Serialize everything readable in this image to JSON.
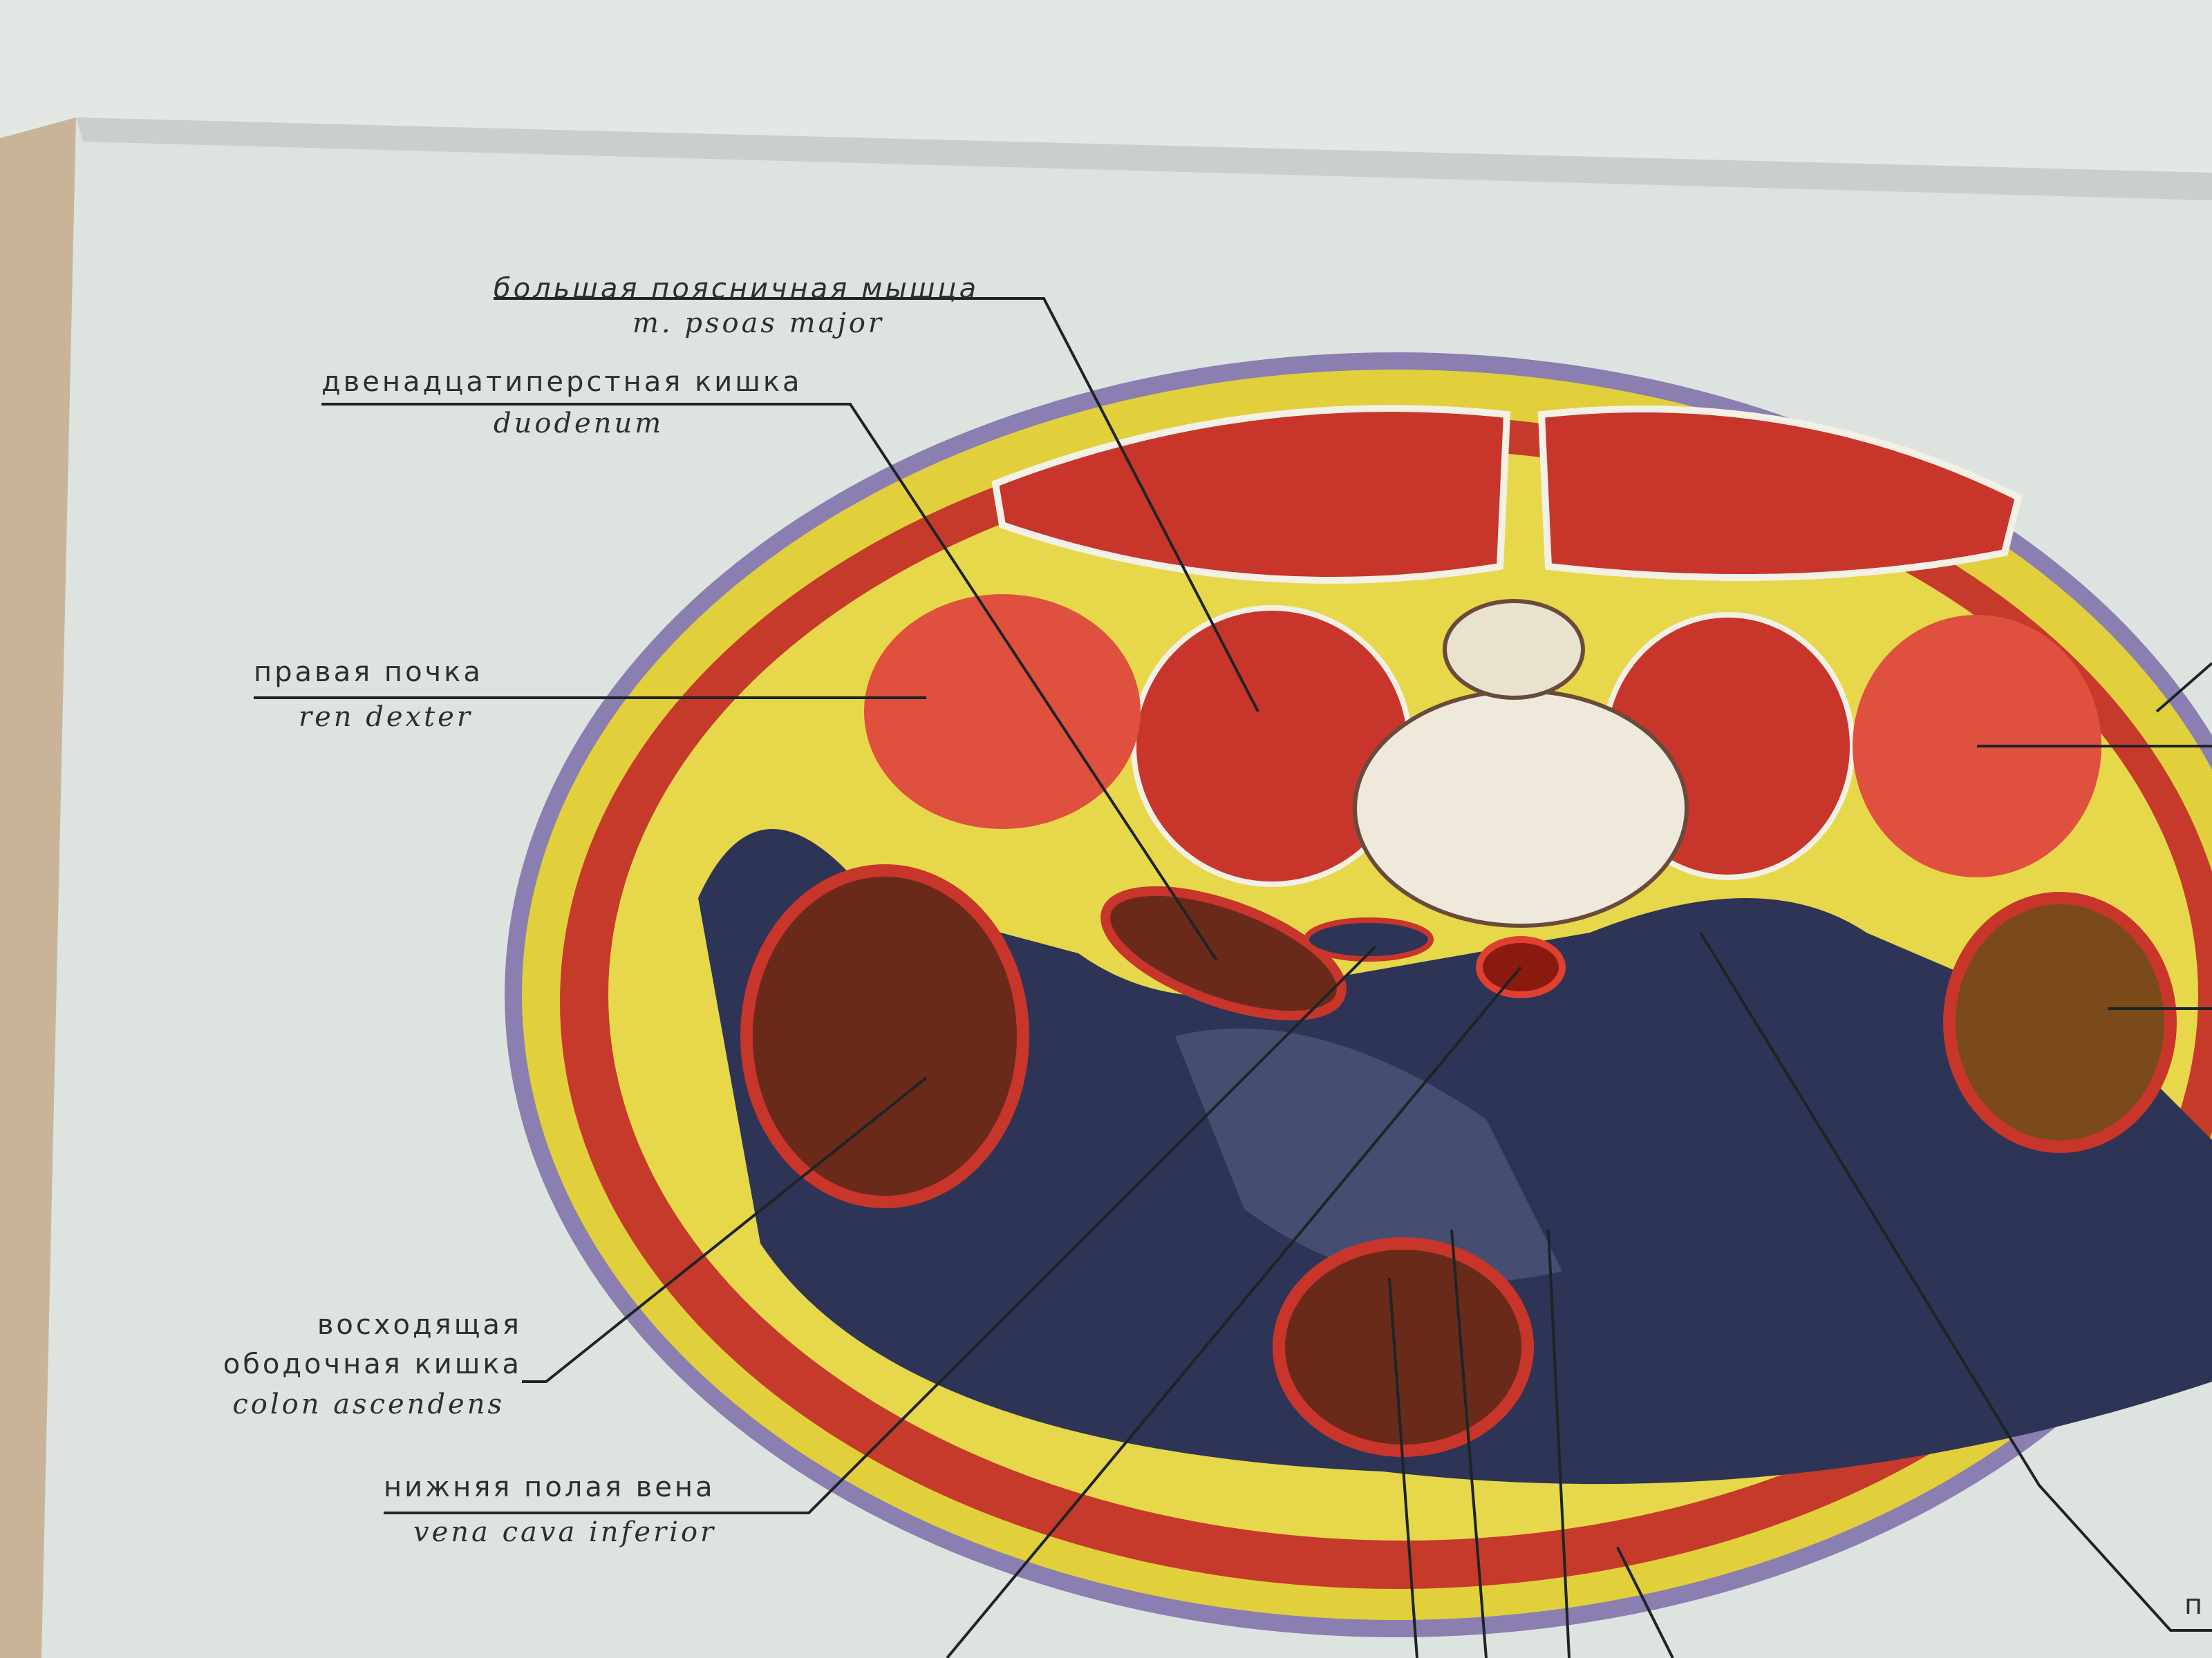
{
  "labels": {
    "psoas": {
      "ru": "большая поясничная мышца",
      "la": "m. psoas major"
    },
    "duodenum": {
      "ru": "двенадцатиперстная кишка",
      "la": "duodenum"
    },
    "kidney": {
      "ru": "правая почка",
      "la": "ren dexter"
    },
    "colon": {
      "ru1": "восходящая",
      "ru2": "ободочная кишка",
      "la": "colon ascendens"
    },
    "vena": {
      "ru": "нижняя полая вена",
      "la": "vena cava inferior"
    },
    "partial_right": "п"
  },
  "colors": {
    "page": "#dfe5e1",
    "fat": "#e6d33a",
    "muscle": "#c8352a",
    "kidney": "#e0503e",
    "cavity": "#2c3352",
    "skin": "#8a7fb0"
  }
}
